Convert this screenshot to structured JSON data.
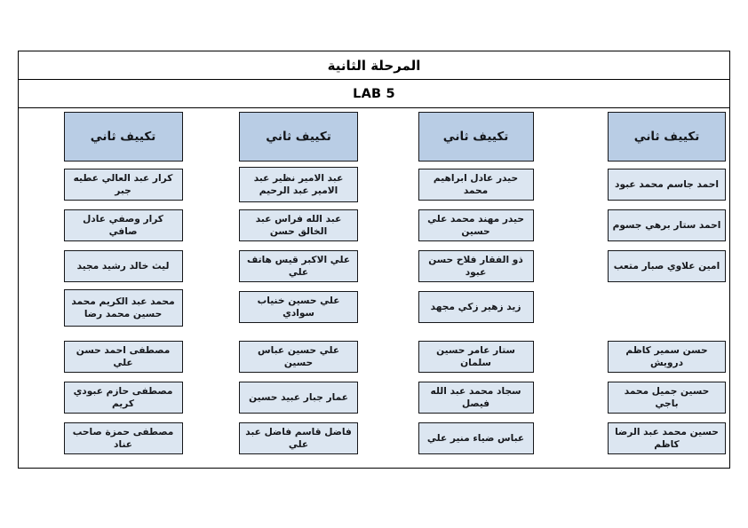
{
  "document": {
    "title": "المرحلة الثانية",
    "subtitle": "LAB 5",
    "colors": {
      "header_fill": "#b9cde5",
      "cell_fill": "#dce6f1",
      "border": "#000000",
      "page_background": "#ffffff"
    }
  },
  "table": {
    "column_header_label": "تكييف ثاني",
    "headers": [
      "تكييف ثاني",
      "تكييف ثاني",
      "تكييف ثاني",
      "تكييف ثاني"
    ],
    "columns": [
      {
        "header": "تكييف ثاني",
        "cells": [
          "احمد جاسم محمد عبود",
          "احمد ستار برهي جسوم",
          "امين علاوي صبار متعب",
          "",
          "حسن سمير كاظم درويش",
          "حسين جميل محمد باجي",
          "حسين محمد عبد الرضا كاظم"
        ]
      },
      {
        "header": "تكييف ثاني",
        "cells": [
          "حيدر عادل ابراهيم محمد",
          "حيدر مهند محمد علي حسين",
          "ذو الفقار فلاح حسن عبود",
          "زيد زهير زكي مجهد",
          "ستار عامر حسين سلمان",
          "سجاد محمد عبد الله فيصل",
          "عباس ضياء منير علي"
        ]
      },
      {
        "header": "تكييف ثاني",
        "cells": [
          "عبد الامير نظير عبد الامير عبد الرحيم",
          "عبد الله فراس عبد الخالق حسن",
          "علي الاكبر قيس هاتف علي",
          "علي حسين خنياب سوادي",
          "علي حسين عباس حسين",
          "عمار جبار عبيد حسين",
          "فاضل قاسم فاضل عبد علي"
        ]
      },
      {
        "header": "تكييف ثاني",
        "cells": [
          "كرار عبد العالي عطيه جبر",
          "كرار وصفي عادل صافي",
          "ليث خالد رشيد مجيد",
          "محمد عبد الكريم محمد حسين محمد رضا",
          "مصطفى احمد حسن علي",
          "مصطفى حازم عبودي كريم",
          "مصطفى حمزة صاحب عناد"
        ]
      }
    ]
  }
}
